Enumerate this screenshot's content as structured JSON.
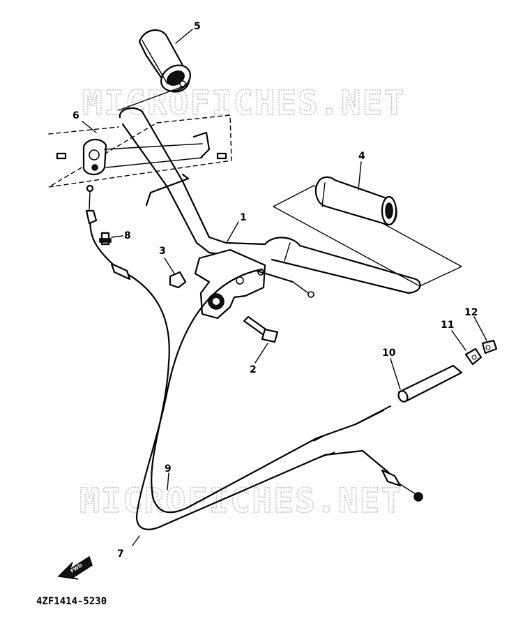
{
  "watermark": {
    "top": "MICROFICHES.NET",
    "bottom": "MICROFICHES.NET"
  },
  "part_number": "4ZF1414-5230",
  "callouts": [
    {
      "id": "1",
      "label": "1"
    },
    {
      "id": "2",
      "label": "2"
    },
    {
      "id": "3",
      "label": "3"
    },
    {
      "id": "4",
      "label": "4"
    },
    {
      "id": "5",
      "label": "5"
    },
    {
      "id": "6",
      "label": "6"
    },
    {
      "id": "7",
      "label": "7"
    },
    {
      "id": "8",
      "label": "8"
    },
    {
      "id": "9",
      "label": "9"
    },
    {
      "id": "10",
      "label": "10"
    },
    {
      "id": "11",
      "label": "11"
    },
    {
      "id": "12",
      "label": "12"
    }
  ],
  "front_arrow": {
    "label": "FWD"
  }
}
